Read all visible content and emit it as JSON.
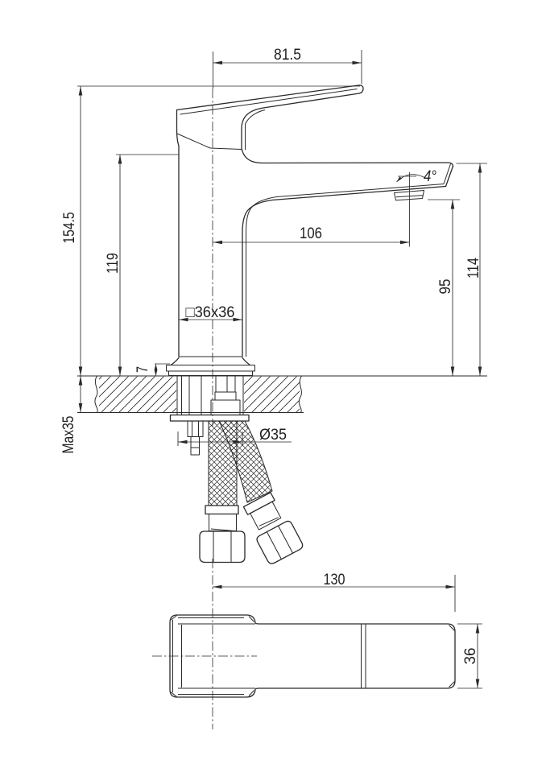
{
  "drawing": {
    "subject": "single-lever basin mixer faucet technical drawing, side view with mounting section and top view",
    "background": "#ffffff",
    "line_color": "#2a2a2a"
  },
  "dims": {
    "handle_projection": "81.5",
    "total_height": "154.5",
    "body_height": "119",
    "spout_reach": "106",
    "aerator_height": "95",
    "spout_height": "114",
    "spout_angle": "4°",
    "body_section": "□36x36",
    "base_height": "7",
    "max_deck_thickness": "Max35",
    "hole_diameter": "Ø35",
    "overall_length": "130",
    "body_width": "36"
  }
}
